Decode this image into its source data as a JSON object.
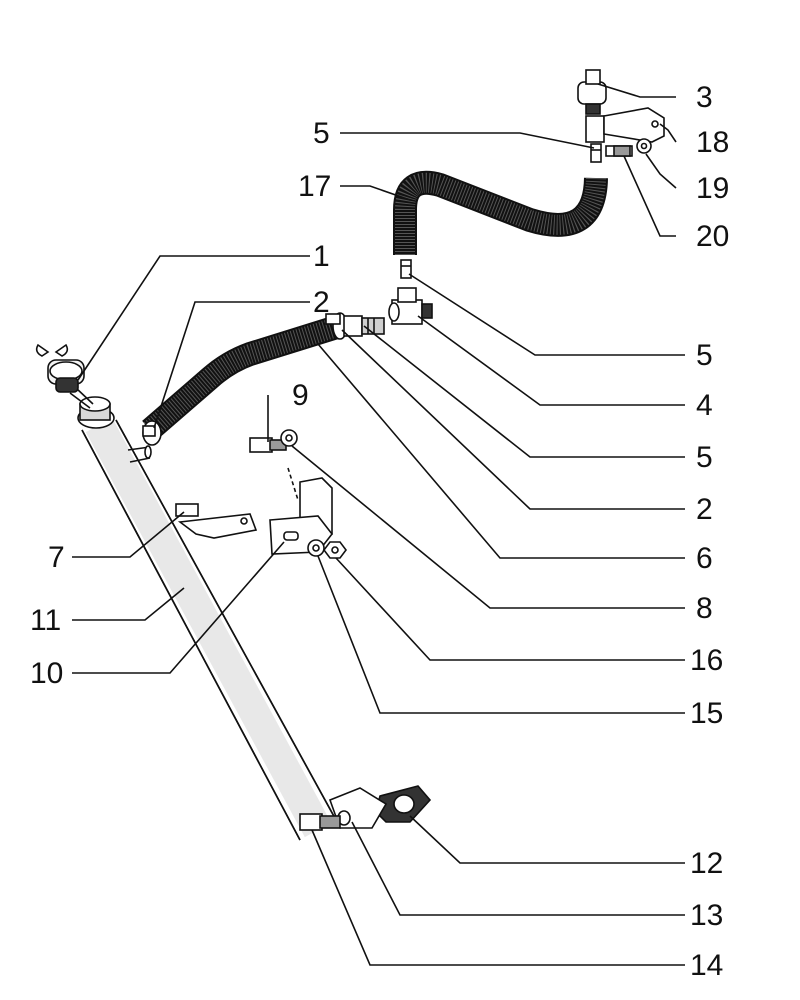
{
  "labels": {
    "l1": "1",
    "l2a": "2",
    "l2b": "2",
    "l3": "3",
    "l4": "4",
    "l5a": "5",
    "l5b": "5",
    "l5c": "5",
    "l6": "6",
    "l7": "7",
    "l8": "8",
    "l9": "9",
    "l10": "10",
    "l11": "11",
    "l12": "12",
    "l13": "13",
    "l14": "14",
    "l15": "15",
    "l16": "16",
    "l17": "17",
    "l18": "18",
    "l19": "19",
    "l20": "20"
  }
}
